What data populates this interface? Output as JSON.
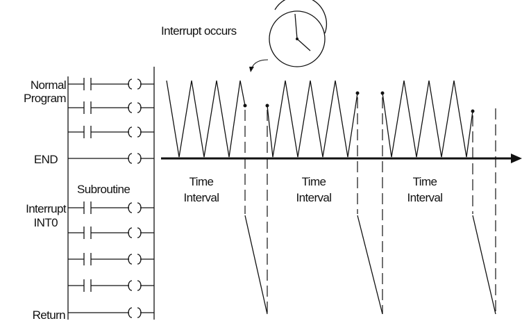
{
  "labels": {
    "interrupt_occurs": "Interrupt occurs",
    "normal_program_1": "Normal",
    "normal_program_2": "Program",
    "end": "END",
    "subroutine": "Subroutine",
    "interrupt_1": "Interrupt",
    "interrupt_2": "INT0",
    "return": "Return",
    "time_interval_1": "Time",
    "time_interval_2": "Interval"
  },
  "colors": {
    "ink": "#111111",
    "background": "#ffffff"
  },
  "icons": {
    "clock": "clock-icon",
    "arrow": "curved-arrow-icon"
  }
}
